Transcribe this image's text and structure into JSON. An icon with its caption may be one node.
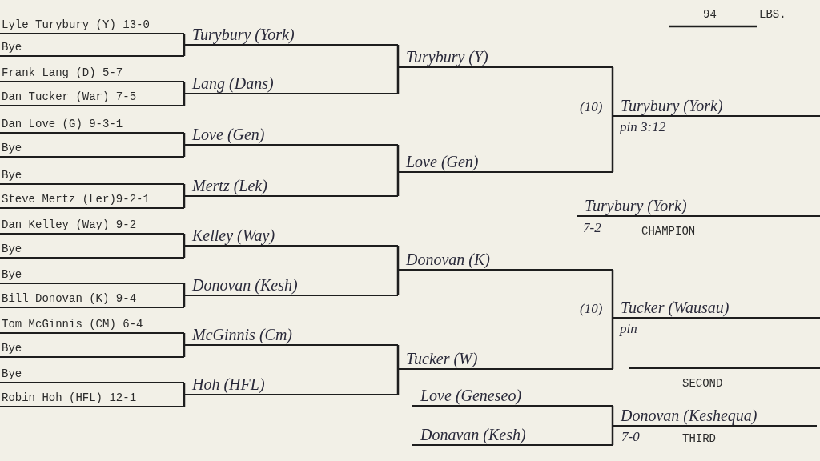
{
  "diagram": {
    "nodes": [
      {
        "text": [
          "Lyle Turybury (Y) 13-0"
        ]
      },
      {
        "text": [
          "Bye"
        ]
      },
      {
        "text": [
          "Frank Lang (D) 5-7"
        ]
      },
      {
        "text": [
          "Dan Tucker (War) 7-5"
        ]
      },
      {
        "text": [
          "Dan Love (G)  9-3-1"
        ]
      },
      {
        "text": [
          "Bye"
        ]
      },
      {
        "text": [
          "Bye"
        ]
      },
      {
        "text": [
          "Steve Mertz (Ler)9-2-1"
        ]
      },
      {
        "text": [
          "Dan Kelley (Way) 9-2"
        ]
      },
      {
        "text": [
          "Bye"
        ]
      },
      {
        "text": [
          "Bye"
        ]
      },
      {
        "text": [
          "Bill Donovan (K) 9-4"
        ]
      },
      {
        "text": [
          "Tom McGinnis (CM) 6-4"
        ]
      },
      {
        "text": [
          "Bye"
        ]
      },
      {
        "text": [
          "Bye"
        ]
      },
      {
        "text": [
          "Robin Hoh (HFL) 12-1"
        ]
      },
      {
        "text": [
          "Turybury (York)"
        ]
      },
      {
        "text": [
          "Lang (Dans)"
        ]
      },
      {
        "text": [
          "Love (Gen)"
        ]
      },
      {
        "text": [
          "Mertz (Lek)"
        ]
      },
      {
        "text": [
          "Kelley (Way)"
        ]
      },
      {
        "text": [
          "Donovan (Kesh)"
        ]
      },
      {
        "text": [
          "McGinnis (Cm)"
        ]
      },
      {
        "text": [
          "Hoh (HFL)"
        ]
      },
      {
        "text": [
          "Turybury (Y)"
        ]
      },
      {
        "text": [
          "Love (Gen)"
        ]
      },
      {
        "text": [
          "Donovan (K)"
        ]
      },
      {
        "text": [
          "Tucker (W)"
        ]
      },
      {
        "text": [
          "Turybury (York)"
        ],
        "beside": [
          "(10)",
          "pin 3:12"
        ]
      },
      {
        "text": [
          "Tucker (Wausau)"
        ],
        "beside": [
          "(10)",
          "pin"
        ]
      },
      {
        "text": [
          "Turybury (York)"
        ],
        "beside": [
          "7-2",
          "CHAMPION"
        ]
      },
      {
        "text": [],
        "shape": "bar",
        "beside": [
          "SECOND"
        ]
      },
      {
        "text": [
          "Love (Geneseo)"
        ]
      },
      {
        "text": [
          "Donavan (Kesh)"
        ]
      },
      {
        "text": [
          "Donovan (Keshequa)"
        ],
        "beside": [
          "7-0",
          "THIRD"
        ]
      }
    ],
    "edges": [
      {
        "from": 0,
        "to": 16,
        "arrow": "none"
      },
      {
        "from": 1,
        "to": 16,
        "arrow": "none"
      },
      {
        "from": 2,
        "to": 17,
        "arrow": "none"
      },
      {
        "from": 3,
        "to": 17,
        "arrow": "none"
      },
      {
        "from": 4,
        "to": 18,
        "arrow": "none"
      },
      {
        "from": 5,
        "to": 18,
        "arrow": "none"
      },
      {
        "from": 6,
        "to": 19,
        "arrow": "none"
      },
      {
        "from": 7,
        "to": 19,
        "arrow": "none"
      },
      {
        "from": 8,
        "to": 20,
        "arrow": "none"
      },
      {
        "from": 9,
        "to": 20,
        "arrow": "none"
      },
      {
        "from": 10,
        "to": 21,
        "arrow": "none"
      },
      {
        "from": 11,
        "to": 21,
        "arrow": "none"
      },
      {
        "from": 12,
        "to": 22,
        "arrow": "none"
      },
      {
        "from": 13,
        "to": 22,
        "arrow": "none"
      },
      {
        "from": 14,
        "to": 23,
        "arrow": "none"
      },
      {
        "from": 15,
        "to": 23,
        "arrow": "none"
      },
      {
        "from": 16,
        "to": 24,
        "arrow": "none"
      },
      {
        "from": 17,
        "to": 24,
        "arrow": "none"
      },
      {
        "from": 18,
        "to": 25,
        "arrow": "none"
      },
      {
        "from": 19,
        "to": 25,
        "arrow": "none"
      },
      {
        "from": 20,
        "to": 26,
        "arrow": "none"
      },
      {
        "from": 21,
        "to": 26,
        "arrow": "none"
      },
      {
        "from": 22,
        "to": 27,
        "arrow": "none"
      },
      {
        "from": 23,
        "to": 27,
        "arrow": "none"
      },
      {
        "from": 24,
        "to": 28,
        "arrow": "none"
      },
      {
        "from": 25,
        "to": 28,
        "arrow": "none"
      },
      {
        "from": 26,
        "to": 29,
        "arrow": "none"
      },
      {
        "from": 27,
        "to": 29,
        "arrow": "none"
      },
      {
        "from": 32,
        "to": 34,
        "arrow": "none"
      },
      {
        "from": 33,
        "to": 34,
        "arrow": "none"
      }
    ],
    "labels": [
      "94",
      "LBS."
    ]
  }
}
